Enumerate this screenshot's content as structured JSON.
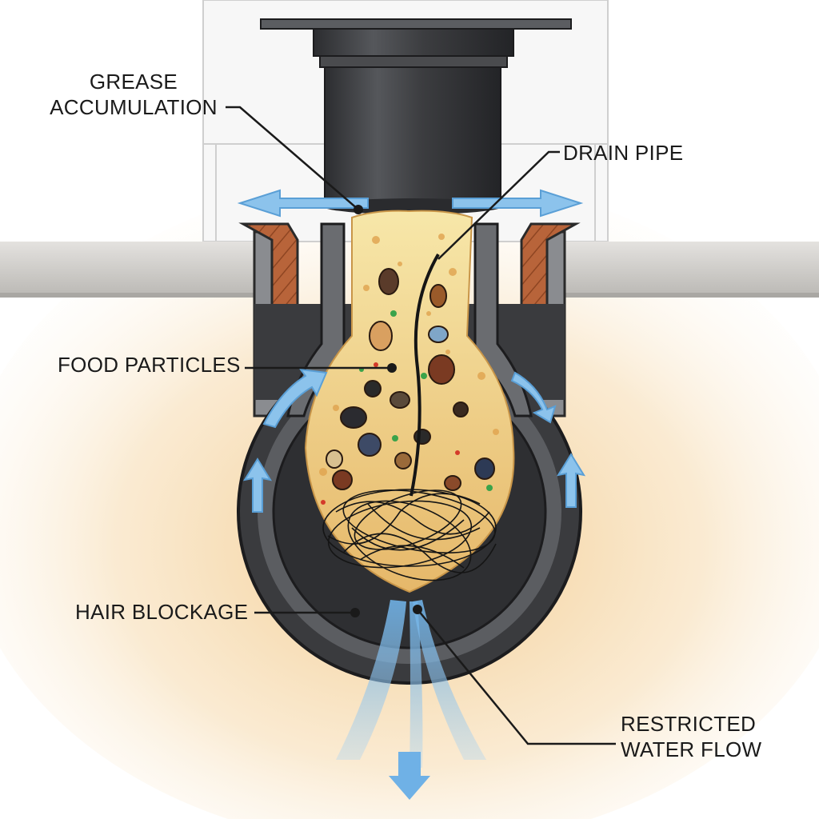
{
  "labels": {
    "grease": [
      "GREASE",
      "ACCUMULATION"
    ],
    "drain_pipe": "DRAIN PIPE",
    "food_particles": "FOOD PARTICLES",
    "hair_blockage": "HAIR BLOCKAGE",
    "restricted_flow": [
      "RESTRICTED",
      "WATER FLOW"
    ]
  },
  "colors": {
    "pipe_dark": "#3a3b3e",
    "pipe_mid": "#5b5d61",
    "pipe_light": "#8a8c90",
    "wall_tile": "#e6e6e6",
    "counter": "#d6d4d0",
    "wood": "#b8643a",
    "grease": "#f2d98c",
    "grease_dark": "#d9a85a",
    "water": "#7fb8e6",
    "glow": "#f6dcaa",
    "hair": "#151515",
    "line": "#1a1a1a"
  },
  "icons": [
    "flow-arrow-icon",
    "down-arrow-icon"
  ]
}
